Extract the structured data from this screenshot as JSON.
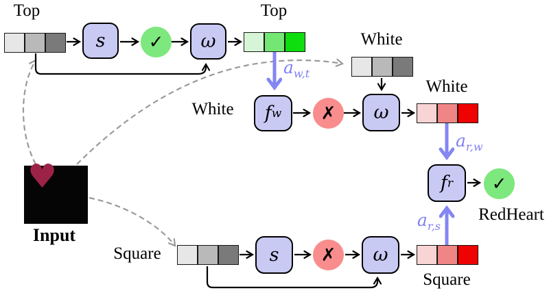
{
  "palette": {
    "module_fill": "#c9caf4",
    "success_fill": "#7de87d",
    "fail_fill": "#f98d8d",
    "attention_arrow": "#8486f2",
    "attention_text": "#7f80f0",
    "dashed_wire": "#9a9a9a",
    "heart": "#9c2248"
  },
  "input": {
    "label": "Input",
    "heart_glyph": "♥"
  },
  "bars": {
    "top_input": {
      "label": "Top",
      "cells": [
        "#e7e7e7",
        "#b9b9b9",
        "#7a7a7a"
      ]
    },
    "top_output": {
      "label": "Top",
      "cells": [
        "#d6f5d6",
        "#74e674",
        "#0edd0e"
      ]
    },
    "white_context": {
      "label": "White",
      "cells": [
        "#e7e7e7",
        "#b9b9b9",
        "#7a7a7a"
      ]
    },
    "white_output": {
      "label": "White",
      "cells": [
        "#f9d4d4",
        "#f08585",
        "#ee0202"
      ]
    },
    "square_input": {
      "label": "Square",
      "cells": [
        "#e7e7e7",
        "#b9b9b9",
        "#7a7a7a"
      ]
    },
    "square_output": {
      "label": "Square",
      "cells": [
        "#f9d4d4",
        "#f08585",
        "#ee0202"
      ]
    }
  },
  "modules": {
    "top_s": "s",
    "top_omega": "ω",
    "white_f": {
      "base": "f",
      "sub": "w"
    },
    "white_omega": "ω",
    "square_s": "s",
    "square_omega": "ω",
    "red_f": {
      "base": "f",
      "sub": "r"
    }
  },
  "side_labels": {
    "white_module": "White"
  },
  "results": {
    "top_check": "✓",
    "white_fail": "✗",
    "square_fail": "✗",
    "red_check": "✓",
    "red_label": "RedHeart"
  },
  "attention": {
    "awt": {
      "base": "a",
      "sub": "w,t"
    },
    "arw": {
      "base": "a",
      "sub": "r,w"
    },
    "ars": {
      "base": "a",
      "sub": "r,s"
    }
  }
}
